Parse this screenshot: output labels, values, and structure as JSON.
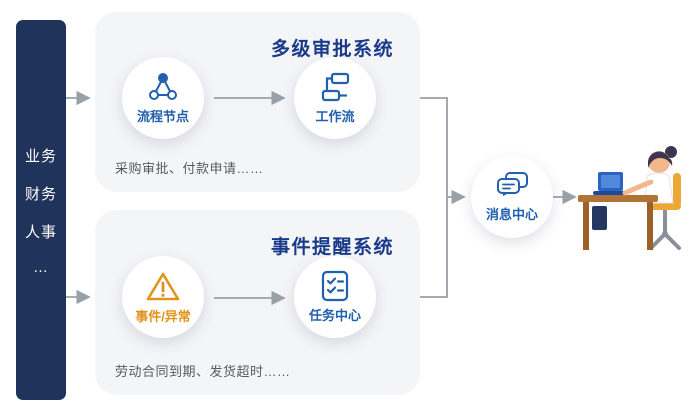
{
  "source_groups": {
    "items": [
      "业务",
      "财务",
      "人事",
      "…"
    ]
  },
  "approval_system": {
    "title": "多级审批系统",
    "node1_label": "流程节点",
    "node2_label": "工作流",
    "description": "采购审批、付款申请……"
  },
  "reminder_system": {
    "title": "事件提醒系统",
    "node1_label": "事件/异常",
    "node2_label": "任务中心",
    "description": "劳动合同到期、发货超时……"
  },
  "message_center": {
    "label": "消息中心"
  },
  "icons": {
    "approval_node1": "network-nodes-icon",
    "approval_node2": "workflow-icon",
    "reminder_node1": "warning-triangle-icon",
    "reminder_node2": "task-list-icon",
    "message_center": "chat-bubbles-icon",
    "illustration": "person-at-desk-illustration"
  },
  "colors": {
    "sidebar_navy": "#20335b",
    "panel_gray": "#f4f5f7",
    "title_blue": "#1a3a8c",
    "accent_blue": "#2160ae",
    "accent_orange": "#e2931d",
    "description_gray": "#5a5a5a",
    "connector_gray": "#98a0a8"
  }
}
